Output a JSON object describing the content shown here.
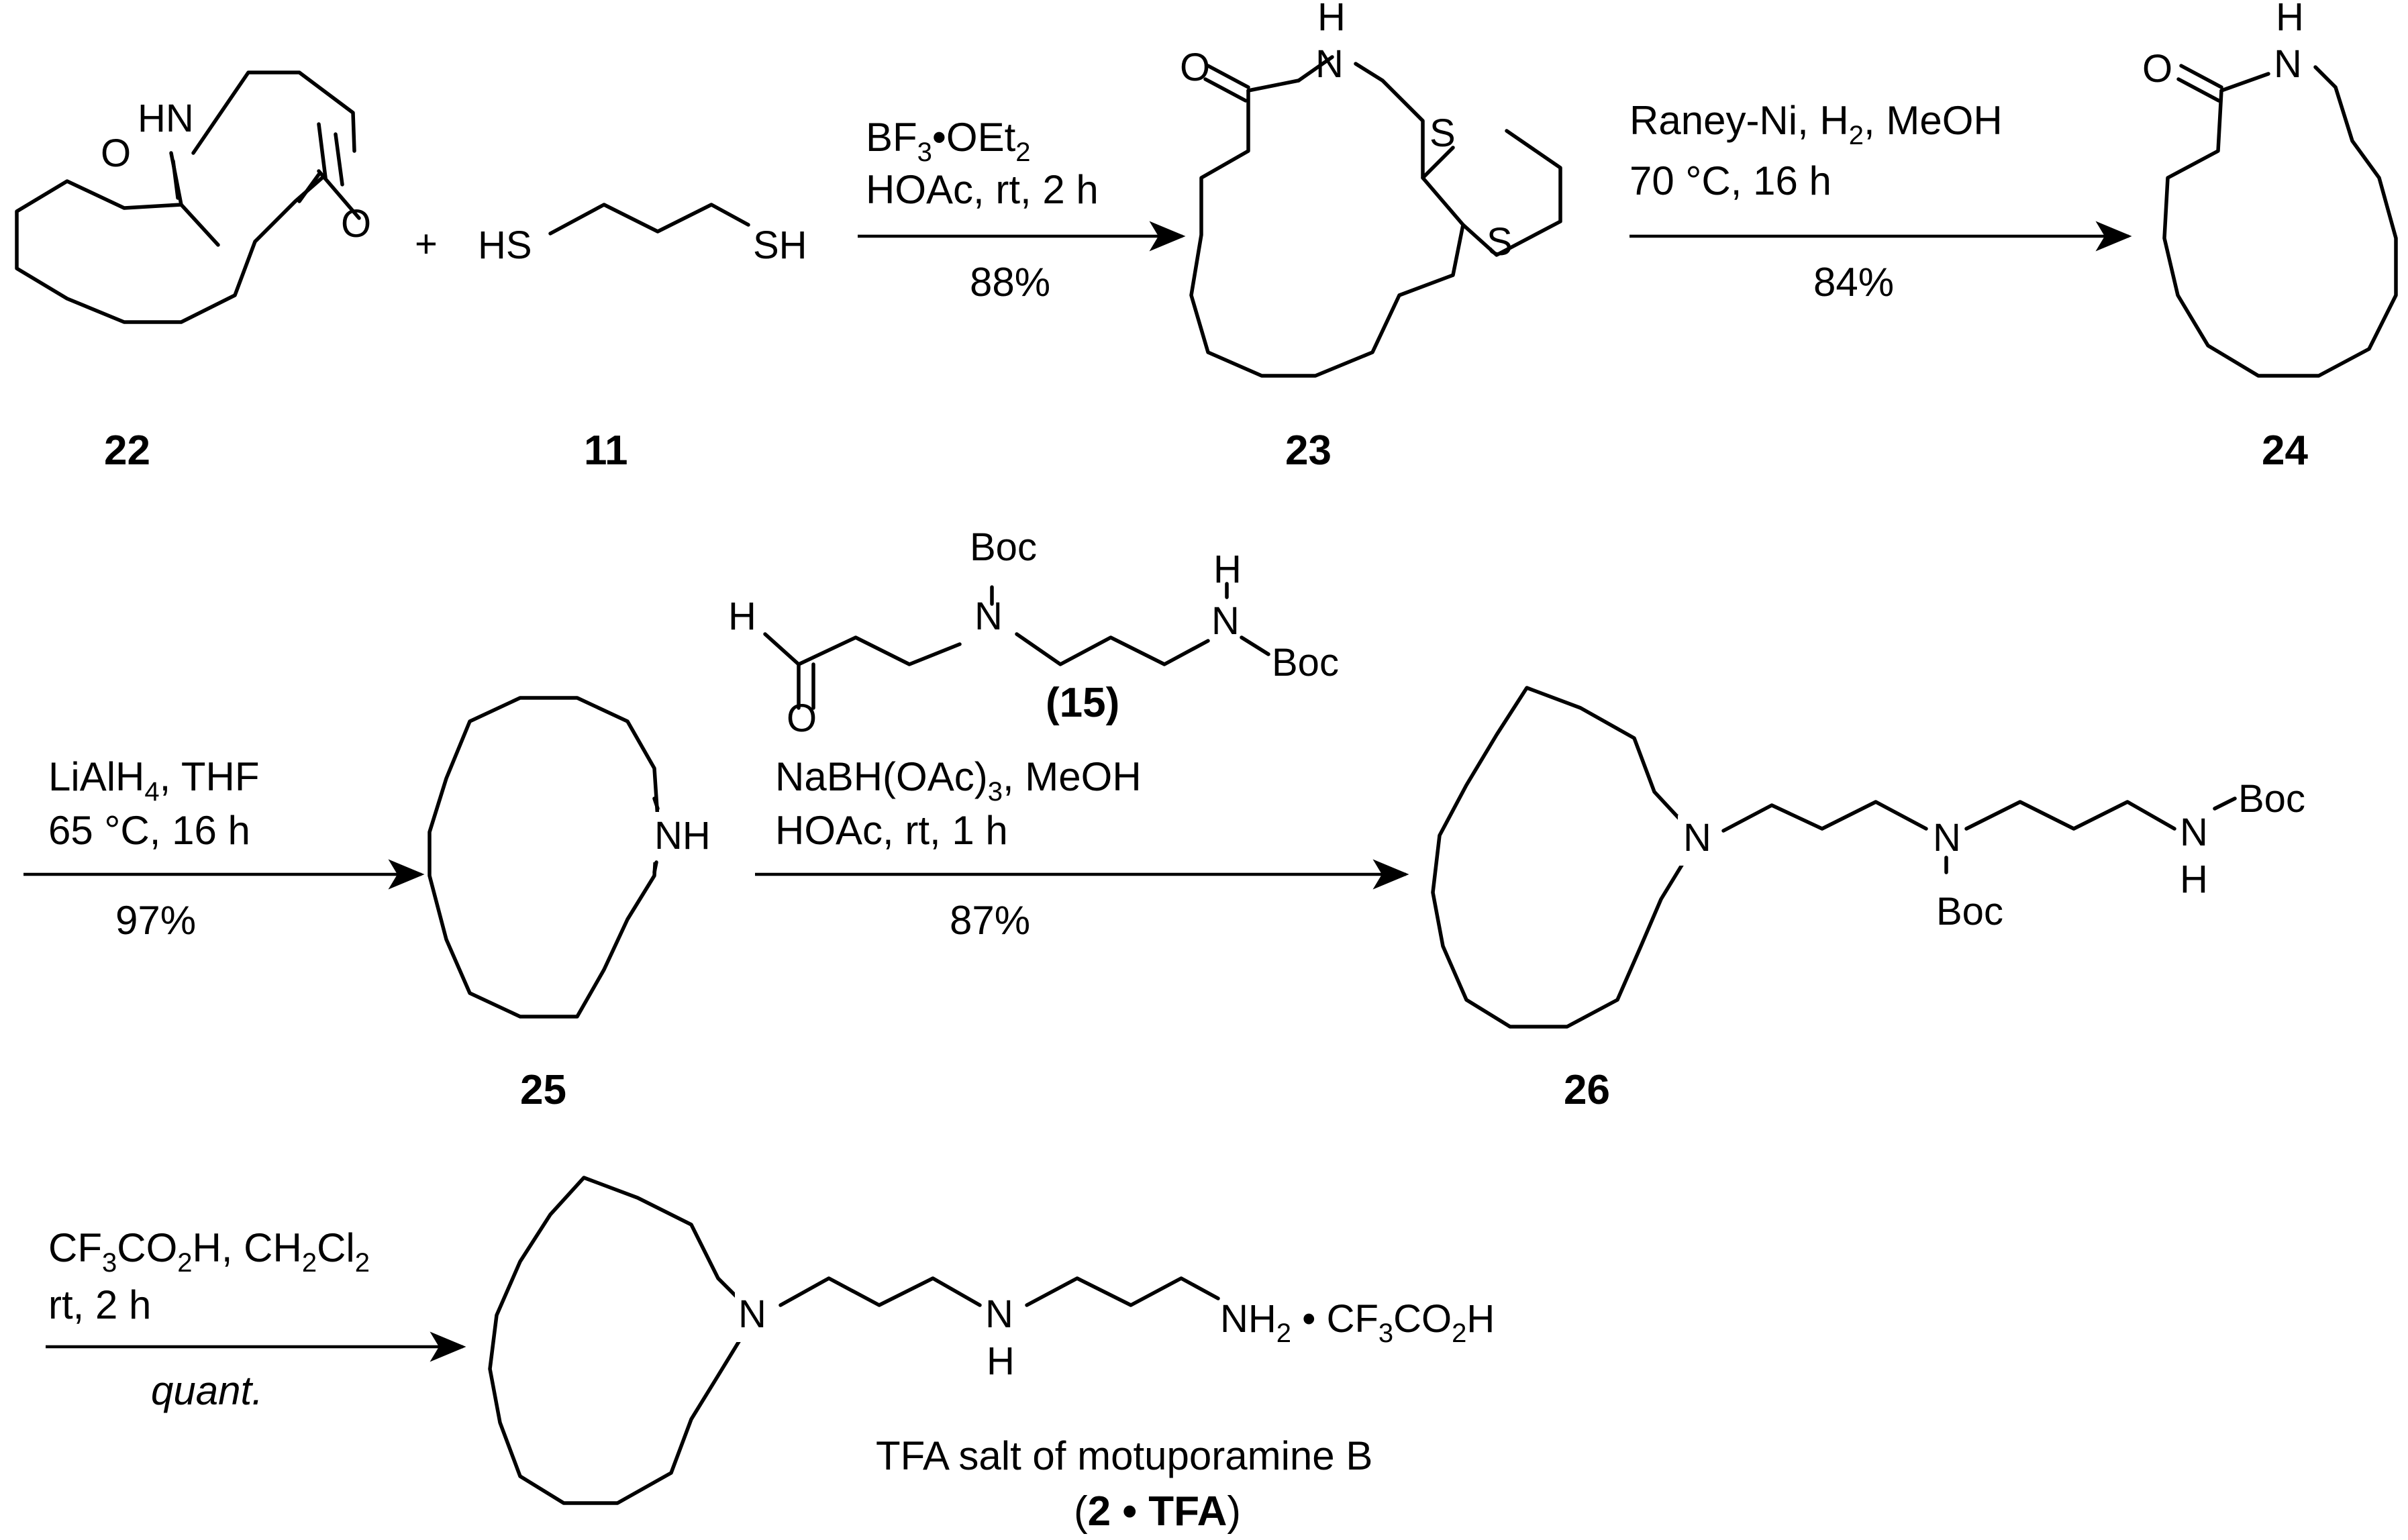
{
  "compounds": {
    "c22": {
      "id": "22",
      "atoms": {
        "nh": "HN",
        "o1": "O",
        "o2": "O"
      }
    },
    "c11": {
      "id": "11",
      "atoms": {
        "hs": "HS",
        "sh": "SH"
      }
    },
    "c23": {
      "id": "23",
      "atoms": {
        "h": "H",
        "n": "N",
        "o": "O",
        "s1": "S",
        "s2": "S"
      }
    },
    "c24": {
      "id": "24",
      "atoms": {
        "h": "H",
        "n": "N",
        "o": "O"
      }
    },
    "c25": {
      "id": "25",
      "atoms": {
        "nh": "NH"
      }
    },
    "c15": {
      "id": "15",
      "atoms": {
        "h": "H",
        "o": "O",
        "n1": "N",
        "boc1": "Boc",
        "nh_h": "H",
        "n2": "N",
        "boc2": "Boc"
      }
    },
    "c26": {
      "id": "26",
      "atoms": {
        "n1": "N",
        "n2": "N",
        "boc1": "Boc",
        "n3": "N",
        "h3": "H",
        "boc2": "Boc"
      }
    },
    "c2": {
      "atoms": {
        "n1": "N",
        "n2": "N",
        "h2": "H",
        "nh2": "NH",
        "nh2_sub": "2",
        "salt": "• CF",
        "salt_sub": "3",
        "salt_rest": "CO",
        "salt_sub2": "2",
        "salt_end": "H"
      },
      "caption": "TFA salt of motuporamine B",
      "id": "2 • TFA"
    }
  },
  "plus": "+",
  "steps": [
    {
      "l1a": "BF",
      "l1b": "3",
      "l1c": "•OEt",
      "l1d": "2",
      "line2": "HOAc, rt, 2 h",
      "yield": "88%"
    },
    {
      "l1a": "Raney-Ni, H",
      "l1b": "2",
      "l1c": ", MeOH",
      "line2": "70 °C, 16 h",
      "yield": "84%"
    },
    {
      "l1a": "LiAlH",
      "l1b": "4",
      "l1c": ", THF",
      "line2": "65 °C, 16 h",
      "yield": "97%"
    },
    {
      "l1a": "NaBH(OAc)",
      "l1b": "3",
      "l1c": ", MeOH",
      "line2": "HOAc, rt, 1 h",
      "yield": "87%"
    },
    {
      "l1a": "CF",
      "l1b": "3",
      "l1c": "CO",
      "l1d": "2",
      "l1e": "H, CH",
      "l1f": "2",
      "l1g": "Cl",
      "l1h": "2",
      "line2": "rt, 2 h",
      "yield": "quant."
    }
  ]
}
